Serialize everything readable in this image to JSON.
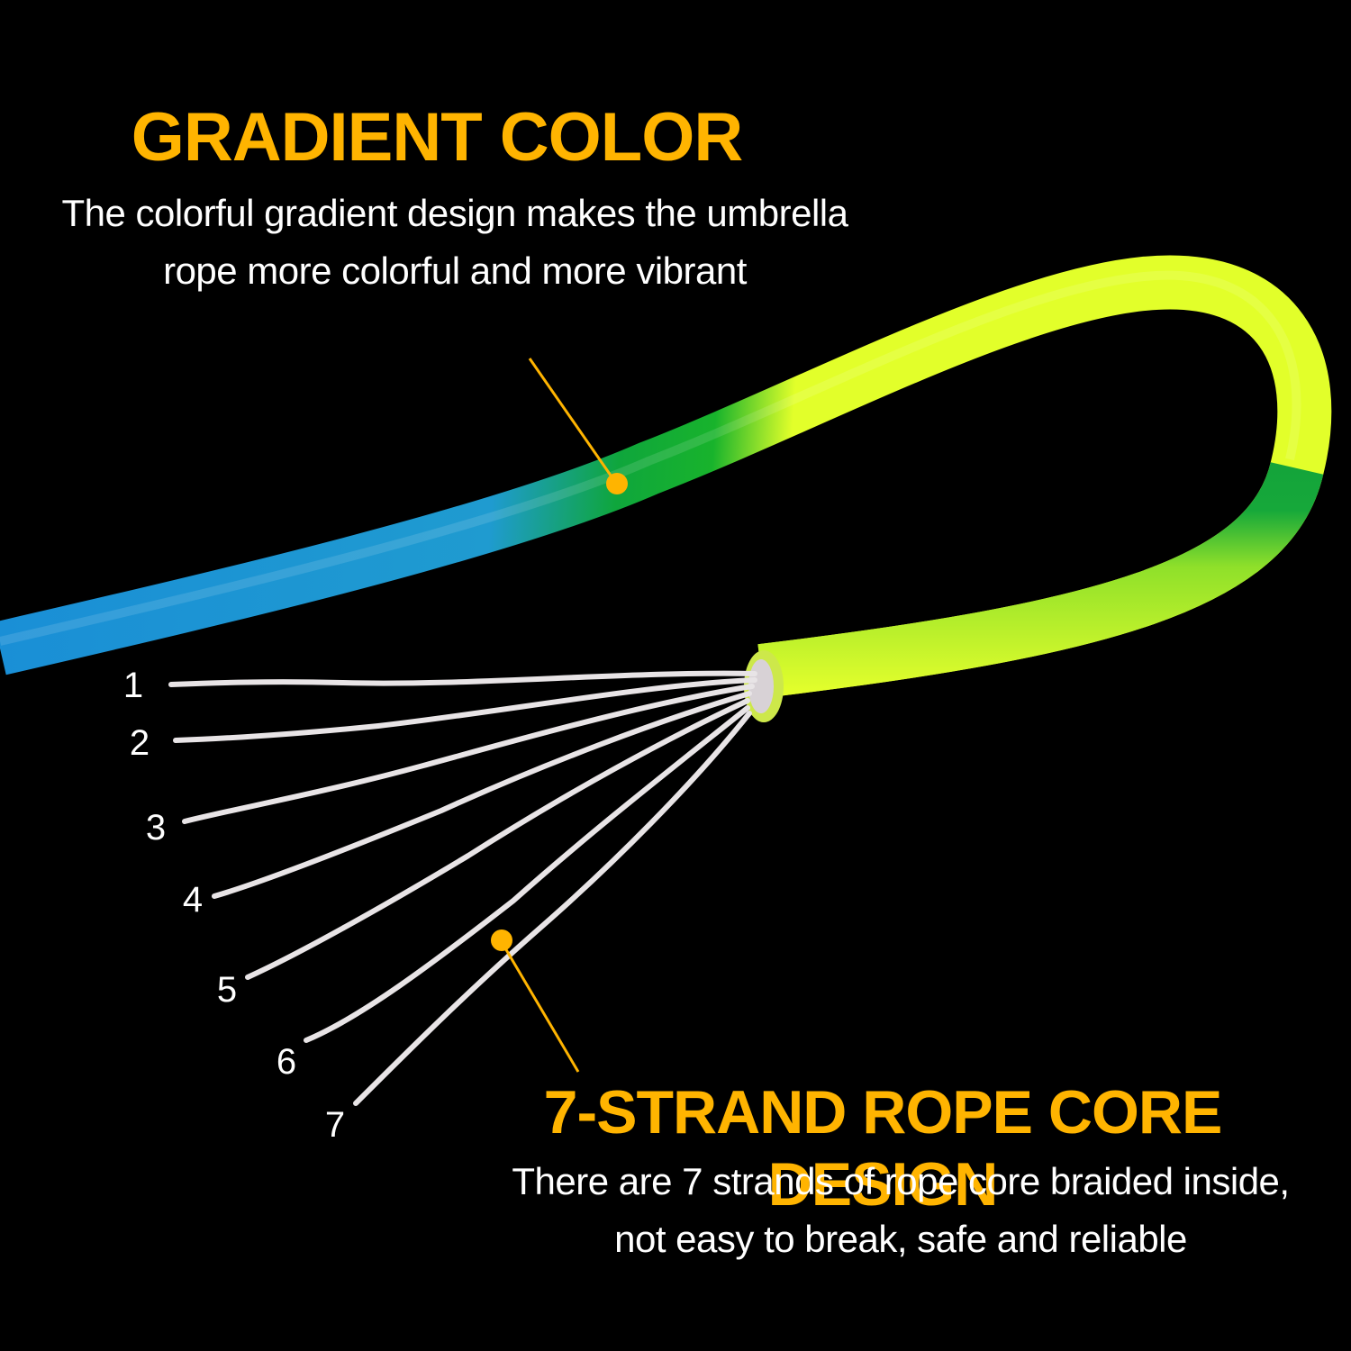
{
  "gradient_section": {
    "heading": "GRADIENT COLOR",
    "desc_line1": "The colorful gradient design makes the umbrella",
    "desc_line2": "rope more colorful and more vibrant"
  },
  "core_section": {
    "heading": "7-STRAND ROPE CORE DESIGN",
    "desc_line1": "There are 7 strands of rope core braided inside,",
    "desc_line2": "not easy to break, safe and reliable"
  },
  "strand_labels": [
    "1",
    "2",
    "3",
    "4",
    "5",
    "6",
    "7"
  ],
  "colors": {
    "background": "#000000",
    "accent": "#ffb400",
    "text": "#ffffff",
    "rope_blue": "#1a8fd6",
    "rope_green": "#0fa63c",
    "rope_yellow": "#e2ff2a",
    "strand_white": "#e8e4e6"
  }
}
